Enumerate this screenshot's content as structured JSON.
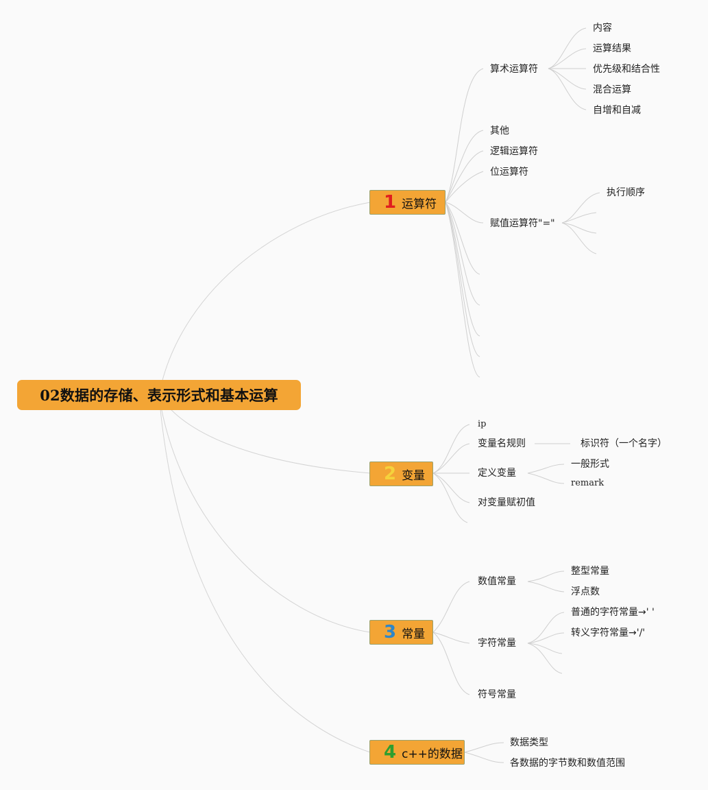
{
  "root": {
    "title": "02数据的存储、表示形式和基本运算"
  },
  "branches": {
    "operators": {
      "num": "1",
      "num_color": "#e01e1e",
      "label": "运算符",
      "arith": {
        "label": "算术运算符",
        "children": [
          "内容",
          "运算结果",
          "优先级和结合性",
          "混合运算",
          "自增和自减"
        ]
      },
      "other": "其他",
      "logic": "逻辑运算符",
      "bitwise": "位运算符",
      "assign": {
        "label": "赋值运算符\"=\"",
        "children": [
          "执行顺序"
        ]
      }
    },
    "variables": {
      "num": "2",
      "num_color": "#f5d23c",
      "label": "变量",
      "ip": "ip",
      "naming": {
        "label": "变量名规则",
        "children": [
          "标识符（一个名字）"
        ]
      },
      "define": {
        "label": "定义变量",
        "children": [
          "一般形式",
          "remark"
        ]
      },
      "init": "对变量赋初值"
    },
    "constants": {
      "num": "3",
      "num_color": "#2f86c8",
      "label": "常量",
      "numeric": {
        "label": "数值常量",
        "children": [
          "整型常量",
          "浮点数"
        ]
      },
      "character": {
        "label": "字符常量",
        "children": [
          "普通的字符常量→' '",
          "转义字符常量→'/'"
        ]
      },
      "symbol": "符号常量"
    },
    "cpp_data": {
      "num": "4",
      "num_color": "#2f9e2f",
      "label": "c++的数据",
      "children": [
        "数据类型",
        "各数据的字节数和数值范围"
      ]
    }
  }
}
